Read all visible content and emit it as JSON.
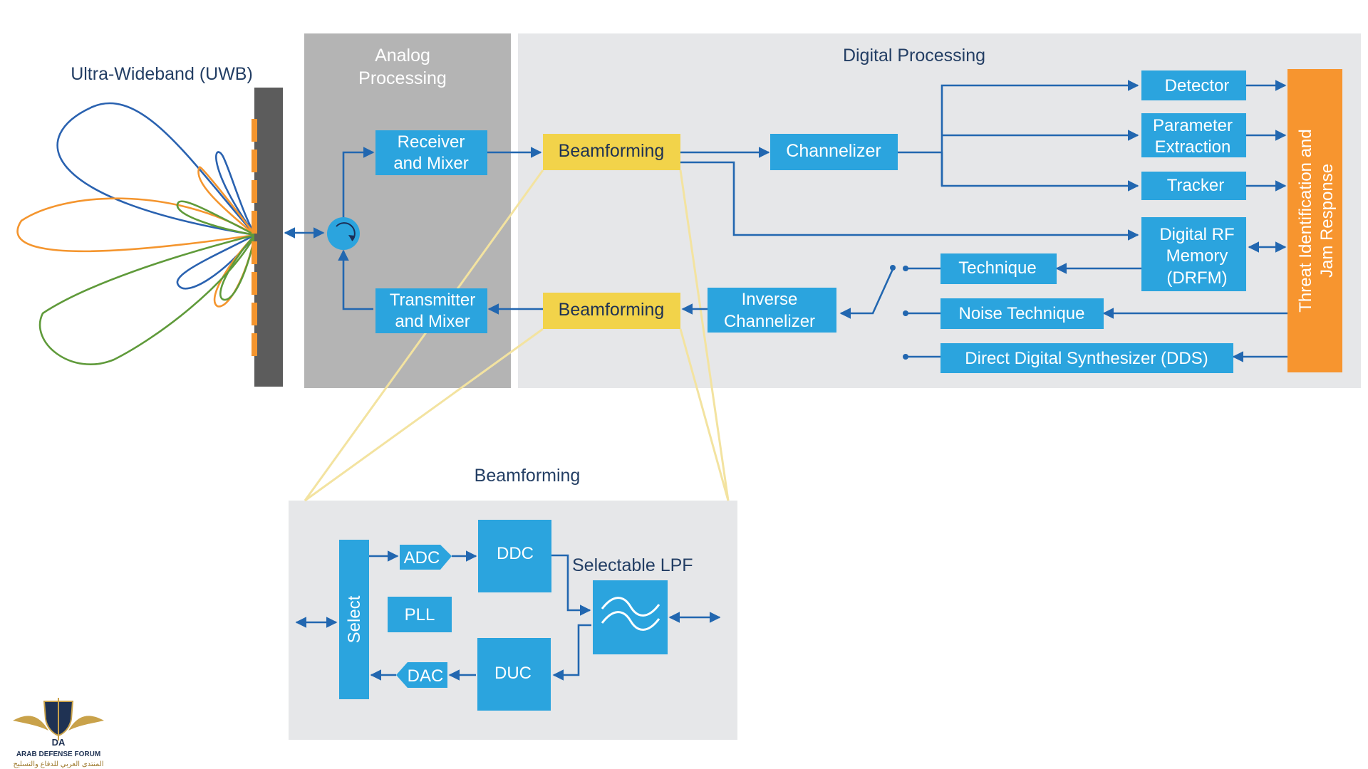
{
  "uwb": {
    "title": "Ultra-Wideband (UWB)"
  },
  "analog": {
    "title_line1": "Analog",
    "title_line2": "Processing",
    "receiver_line1": "Receiver",
    "receiver_line2": "and Mixer",
    "transmitter_line1": "Transmitter",
    "transmitter_line2": "and Mixer"
  },
  "digital": {
    "title": "Digital Processing",
    "beamforming_rx": "Beamforming",
    "beamforming_tx": "Beamforming",
    "channelizer": "Channelizer",
    "inverse_line1": "Inverse",
    "inverse_line2": "Channelizer",
    "detector": "Detector",
    "param_line1": "Parameter",
    "param_line2": "Extraction",
    "tracker": "Tracker",
    "drfm_line1": "Digital RF",
    "drfm_line2": "Memory",
    "drfm_line3": "(DRFM)",
    "technique": "Technique",
    "noise_technique": "Noise Technique",
    "dds": "Direct Digital Synthesizer (DDS)",
    "threat_line1": "Threat Identification and",
    "threat_line2": "Jam Response"
  },
  "beamforming_detail": {
    "title": "Beamforming",
    "select": "Select",
    "adc": "ADC",
    "dac": "DAC",
    "pll": "PLL",
    "ddc": "DDC",
    "duc": "DUC",
    "lpf_label": "Selectable LPF"
  },
  "logo": {
    "letters": "DA",
    "name": "ARAB DEFENSE FORUM",
    "arabic": "المنتدى العربي للدفاع والتسليح"
  },
  "colors": {
    "blue_box": "#2ba4de",
    "yellow_box": "#f2d34a",
    "orange_box": "#f7952f",
    "arrow_blue": "#2267b0",
    "analog_panel": "#b4b4b4",
    "digital_panel": "#e6e7e9",
    "array_bar": "#5c5c5c",
    "title_navy": "#233e64",
    "lobe_blue": "#2a62b0",
    "lobe_orange": "#f4952e",
    "lobe_green": "#5f9a3a",
    "zoom_lines": "#f3e3a0"
  }
}
